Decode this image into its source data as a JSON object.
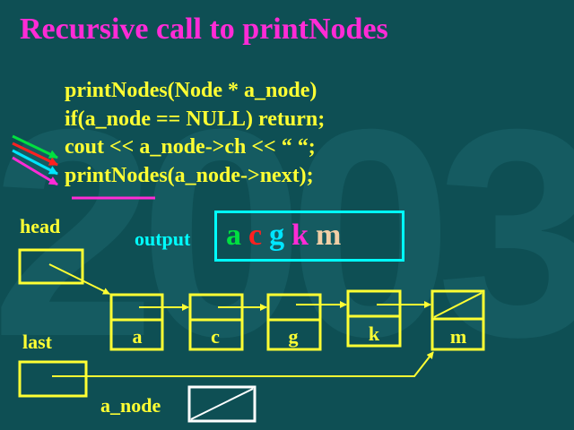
{
  "watermark": "2003",
  "title": "Recursive call to printNodes",
  "code": [
    "printNodes(Node * a_node)",
    "if(a_node == NULL) return;",
    "cout << a_node->ch << “ “;",
    "printNodes(a_node->next);"
  ],
  "labels": {
    "head": "head",
    "last": "last",
    "a_node": "a_node",
    "output": "output"
  },
  "output_chars": [
    {
      "ch": "a",
      "color": "#00e040"
    },
    {
      "ch": "c",
      "color": "#ff2020"
    },
    {
      "ch": "g",
      "color": "#00e5ff"
    },
    {
      "ch": "k",
      "color": "#ff2bd6"
    },
    {
      "ch": "m",
      "color": "#f2cfa6"
    }
  ],
  "nodes": [
    {
      "ch": "a",
      "next": "arrow"
    },
    {
      "ch": "c",
      "next": "arrow"
    },
    {
      "ch": "g",
      "next": "arrow"
    },
    {
      "ch": "k",
      "next": "arrow"
    },
    {
      "ch": "m",
      "next": "null"
    }
  ],
  "pointer_arrow_colors": [
    "#00e040",
    "#ff2020",
    "#00e5ff",
    "#ff2bd6"
  ],
  "colors": {
    "background": "#0e4f54",
    "diagram": "#ffff33",
    "title": "#ff2bd6",
    "output_border": "#00ffff",
    "underline": "#ff2bd6"
  }
}
